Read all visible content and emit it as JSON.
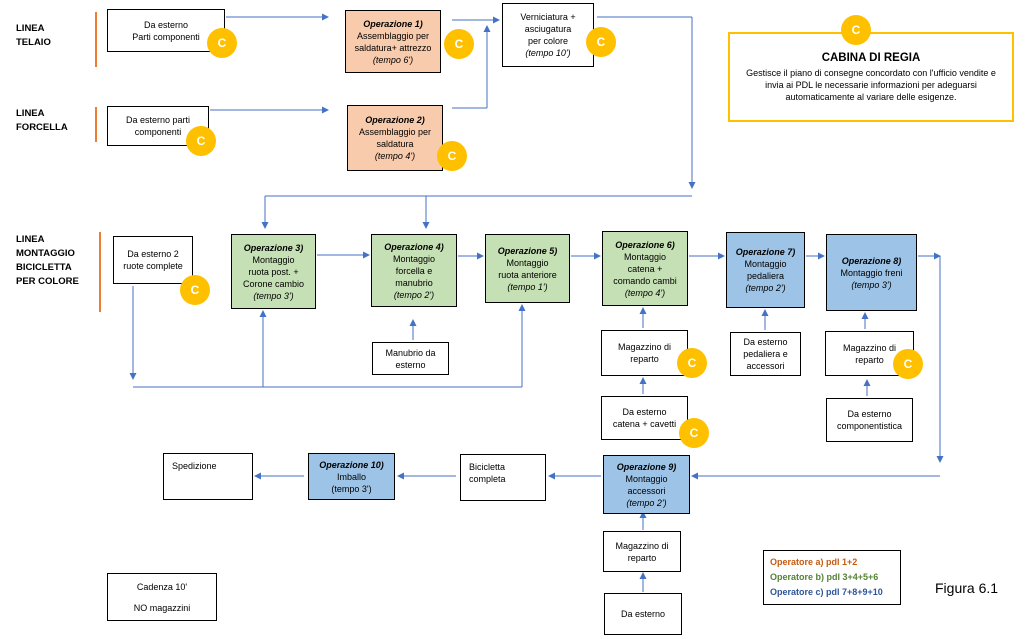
{
  "lines": {
    "telaio": [
      "LINEA",
      "TELAIO"
    ],
    "forcella": [
      "LINEA",
      "FORCELLA"
    ],
    "montaggio": [
      "LINEA",
      "MONTAGGIO",
      "BICICLETTA",
      "PER COLORE"
    ]
  },
  "coin_letter": "C",
  "boxes": {
    "telaio_ext": "Da esterno\nParti componenti",
    "forcella_ext": "Da esterno parti\ncomponenti",
    "ruote_ext": "Da esterno 2\nruote complete",
    "verniciatura": {
      "text": "Verniciatura +\nasciugatura\nper colore",
      "time": "(tempo 10')"
    },
    "manubrio_ext": "Manubrio da\nesterno",
    "magazzino6": "Magazzino di\nreparto",
    "catena_ext": "Da esterno\ncatena + cavetti",
    "pedaliera_ext": "Da esterno\npedaliera e\naccessori",
    "magazzino8": "Magazzino di\nreparto",
    "componentistica_ext": "Da esterno\ncomponentistica",
    "bicicletta": "Bicicletta\ncompleta",
    "spedizione": "Spedizione",
    "magazzino9": "Magazzino di\nreparto",
    "esterno9": "Da esterno",
    "cadenza": [
      "Cadenza 10'",
      "NO magazzini"
    ]
  },
  "operations": {
    "op1": {
      "title": "Operazione 1)",
      "text": "Assemblaggio per\nsaldatura+ attrezzo",
      "time": "(tempo 6')"
    },
    "op2": {
      "title": "Operazione 2)",
      "text": "Assemblaggio per\nsaldatura",
      "time": "(tempo 4')"
    },
    "op3": {
      "title": "Operazione 3)",
      "text": "Montaggio\nruota post. +\nCorone cambio",
      "time": "(tempo 3')"
    },
    "op4": {
      "title": "Operazione 4)",
      "text": "Montaggio\nforcella e\nmanubrio",
      "time": "(tempo 2')"
    },
    "op5": {
      "title": "Operazione 5)",
      "text": "Montaggio\nruota anteriore",
      "time": "(tempo 1')"
    },
    "op6": {
      "title": "Operazione 6)",
      "text": "Montaggio\ncatena +\ncomando cambi",
      "time": "(tempo 4')"
    },
    "op7": {
      "title": "Operazione 7)",
      "text": "Montaggio\npedaliera",
      "time": "(tempo 2')"
    },
    "op8": {
      "title": "Operazione 8)",
      "text": "Montaggio freni",
      "time": "(tempo 3')"
    },
    "op9": {
      "title": "Operazione 9)",
      "text": "Montaggio\naccessori",
      "time": "(tempo 2')"
    },
    "op10": {
      "title": "Operazione 10)",
      "text": "Imballo\n(tempo 3')"
    }
  },
  "cabina": {
    "title": "CABINA DI REGIA",
    "text": "Gestisce il piano di consegne concordato con l'ufficio vendite e invia ai PDL le necessarie informazioni per adeguarsi automaticamente al variare delle esigenze."
  },
  "legend": {
    "a": {
      "text": "Operatore a)  pdl 1+2",
      "color": "#c55a11"
    },
    "b": {
      "text": "Operatore b)  pdl 3+4+5+6",
      "color": "#548235"
    },
    "c": {
      "text": "Operatore c)  pdl 7+8+9+10",
      "color": "#2f5597"
    }
  },
  "figure_label": "Figura 6.1",
  "colors": {
    "arrow": "#4472c4",
    "line_bar": "#ed7d31",
    "coin": "#ffc000",
    "peach": "#f8cbad",
    "green": "#c5e0b4",
    "blue": "#9dc3e6",
    "cabina_border": "#ffc000"
  }
}
